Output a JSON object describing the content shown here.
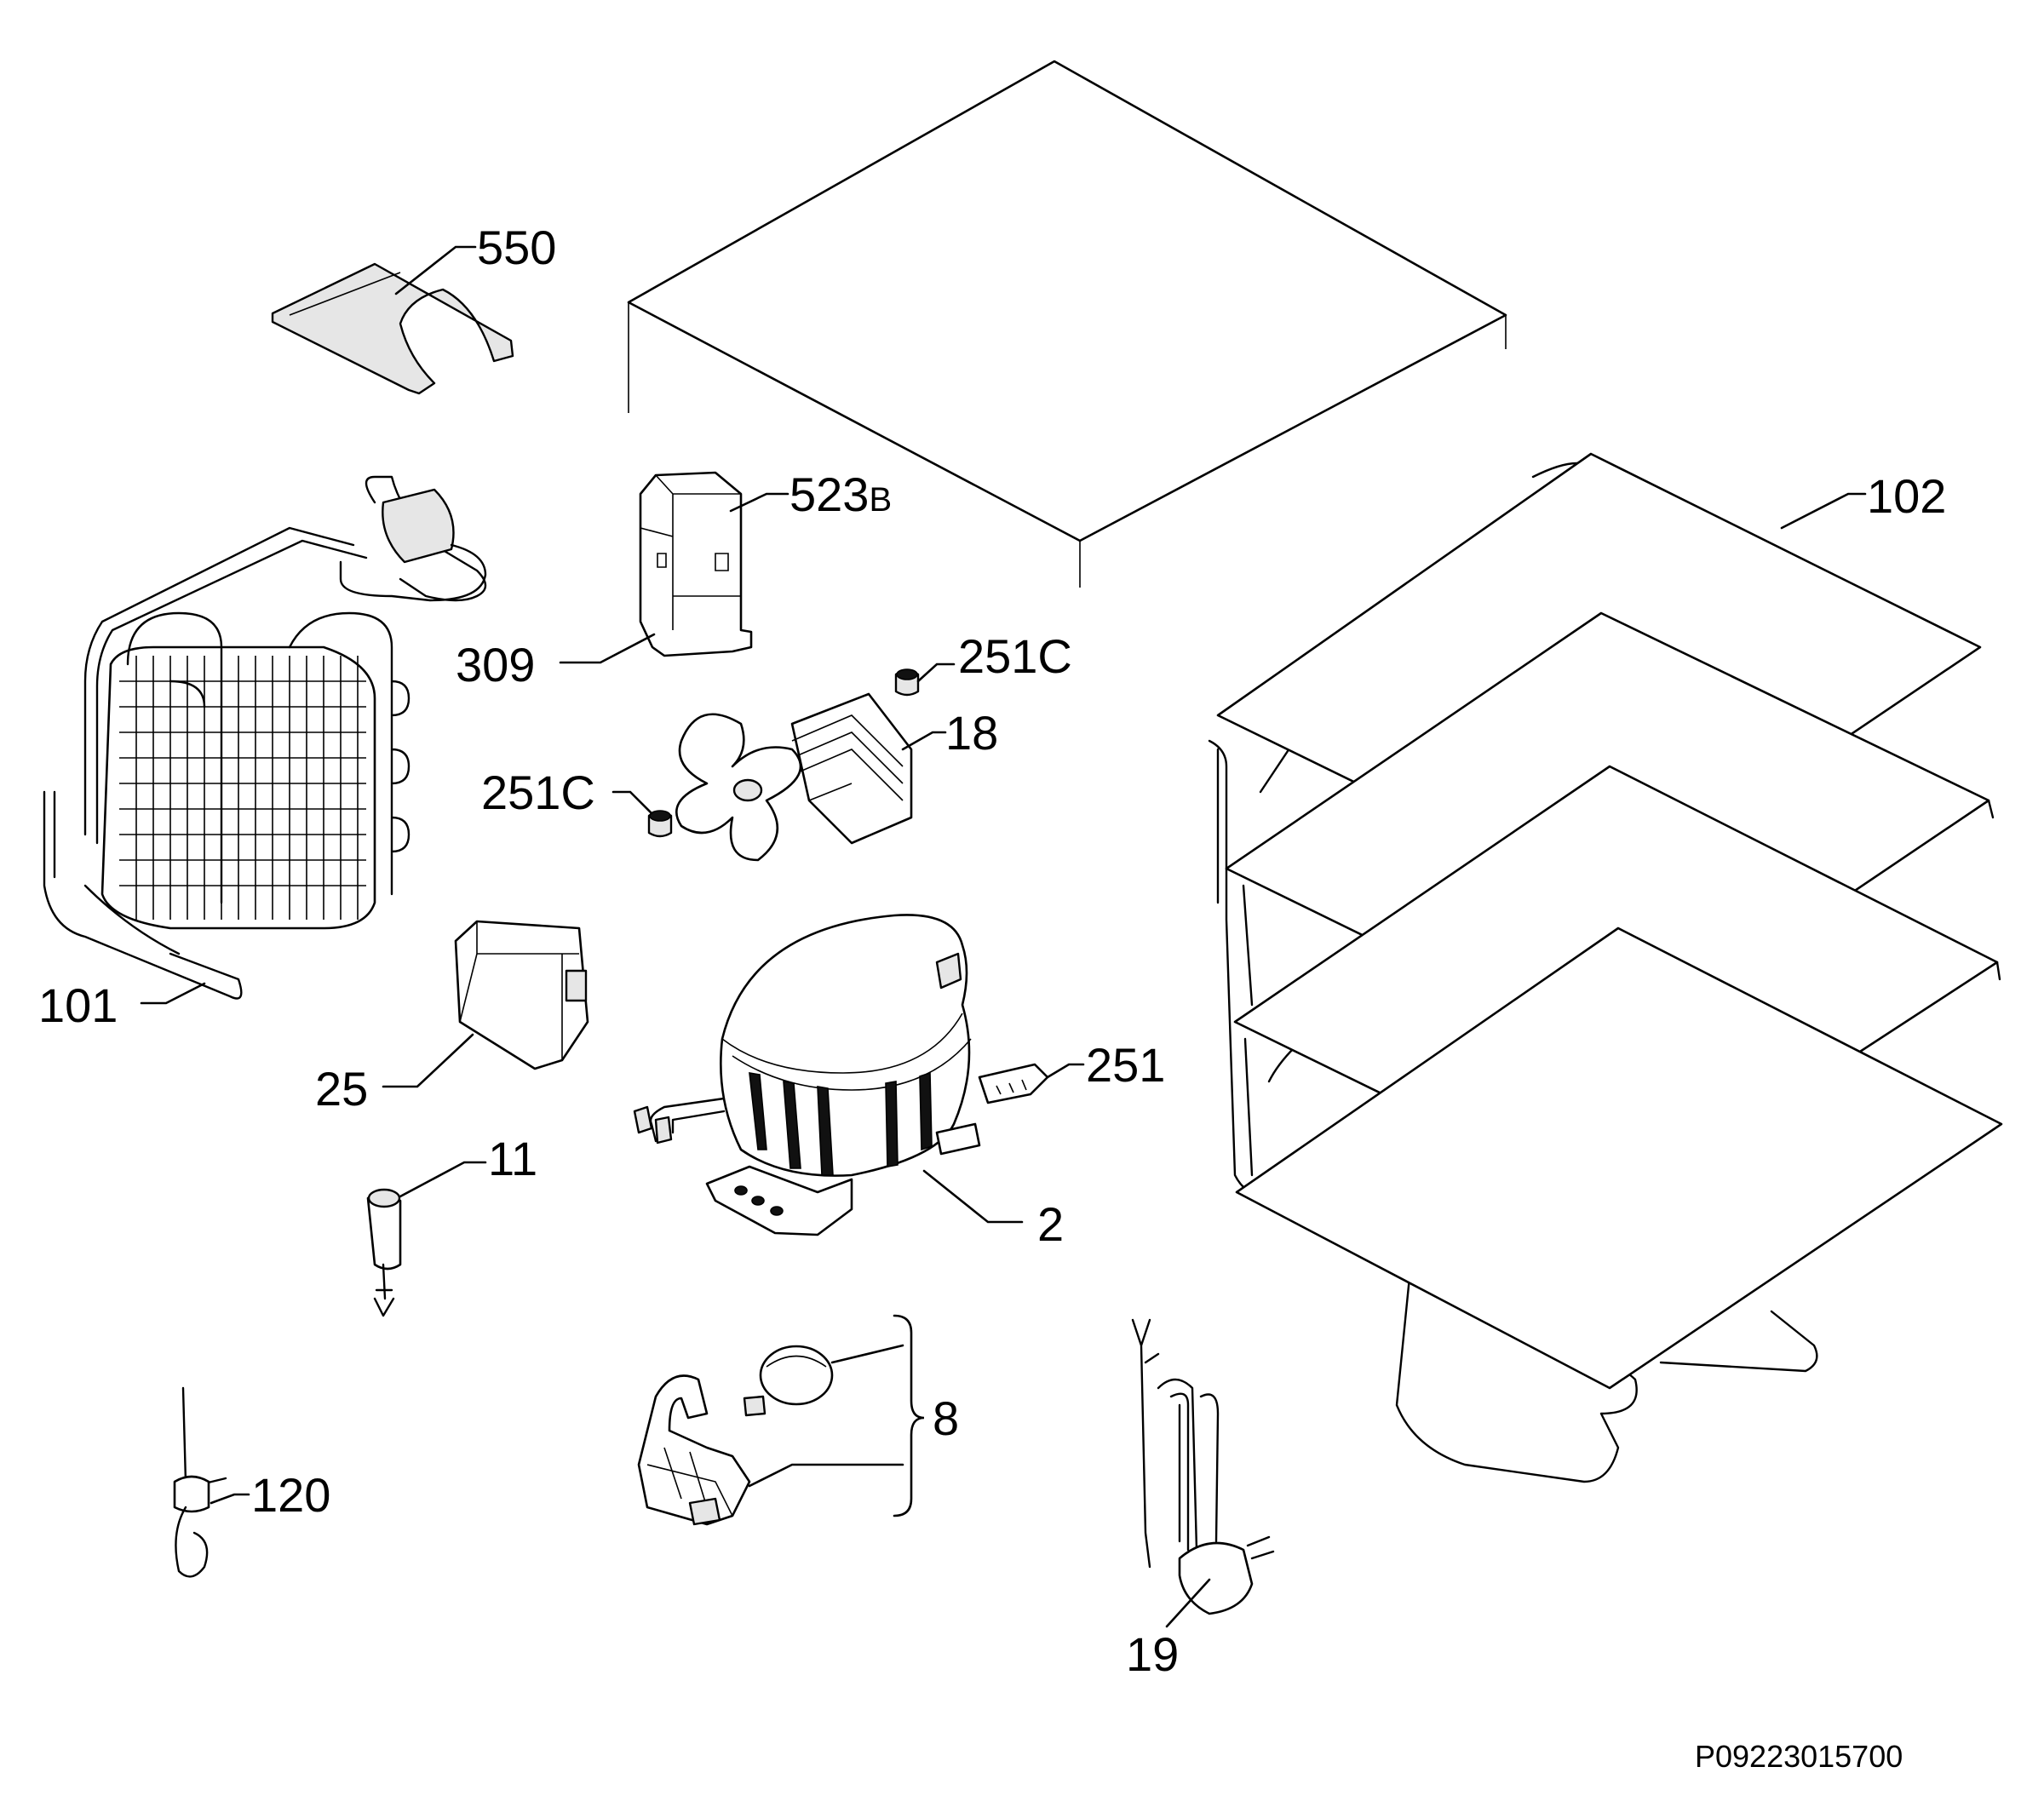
{
  "callouts": {
    "c550": "550",
    "c523": "523",
    "c523_suffix": "B",
    "c102": "102",
    "c309": "309",
    "c251c_top": "251C",
    "c18": "18",
    "c251c_left": "251C",
    "c101": "101",
    "c251": "251",
    "c25": "25",
    "c11": "11",
    "c2": "2",
    "c8": "8",
    "c120": "120",
    "c19": "19"
  },
  "reference_code": "P09223015700"
}
